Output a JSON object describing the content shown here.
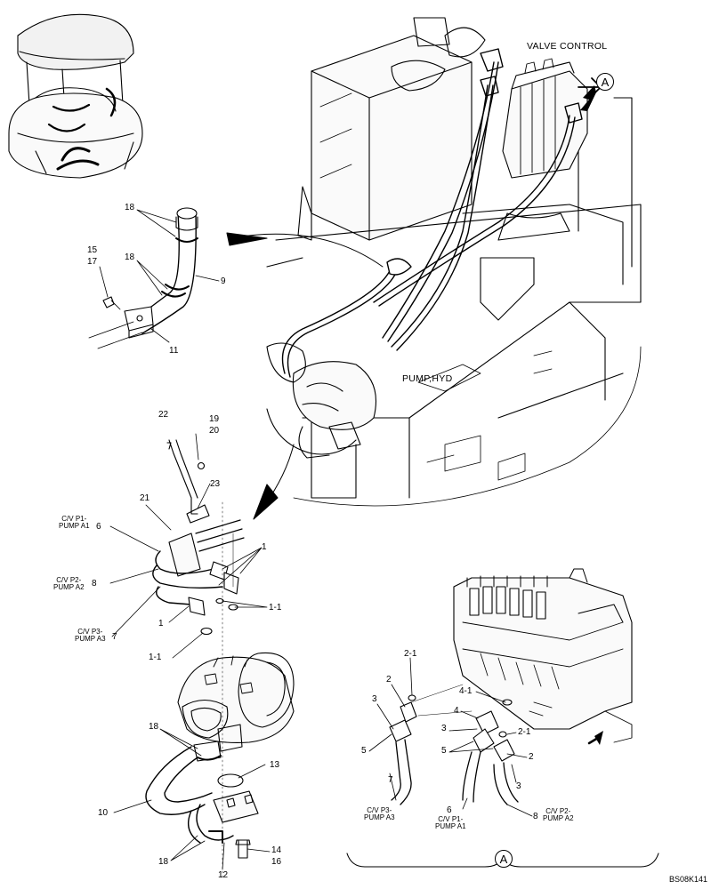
{
  "titles": {
    "valve_control": "VALVE CONTROL",
    "pump_hyd": "PUMP,HYD"
  },
  "detail_marker": "A",
  "reference_code": "BS08K141",
  "hose_labels": {
    "cv_p1_pump_a1": [
      "C/V P1-",
      "PUMP A1"
    ],
    "cv_p2_pump_a2": [
      "C/V P2-",
      "PUMP A2"
    ],
    "cv_p3_pump_a3": [
      "C/V P3-",
      "PUMP A3"
    ]
  },
  "part_numbers": {
    "top_group": [
      "18",
      "15",
      "17",
      "18",
      "9",
      "11"
    ],
    "middle_group": [
      "22",
      "19",
      "20",
      "23",
      "21",
      "6",
      "1",
      "8",
      "1",
      "1-1",
      "7",
      "1",
      "1-1"
    ],
    "bottom_group": [
      "18",
      "13",
      "10",
      "18",
      "12",
      "14",
      "16"
    ],
    "detail_a_group": [
      "2-1",
      "2",
      "3",
      "5",
      "4-1",
      "4",
      "3",
      "5",
      "2-1",
      "2",
      "3",
      "7",
      "6",
      "8"
    ]
  }
}
